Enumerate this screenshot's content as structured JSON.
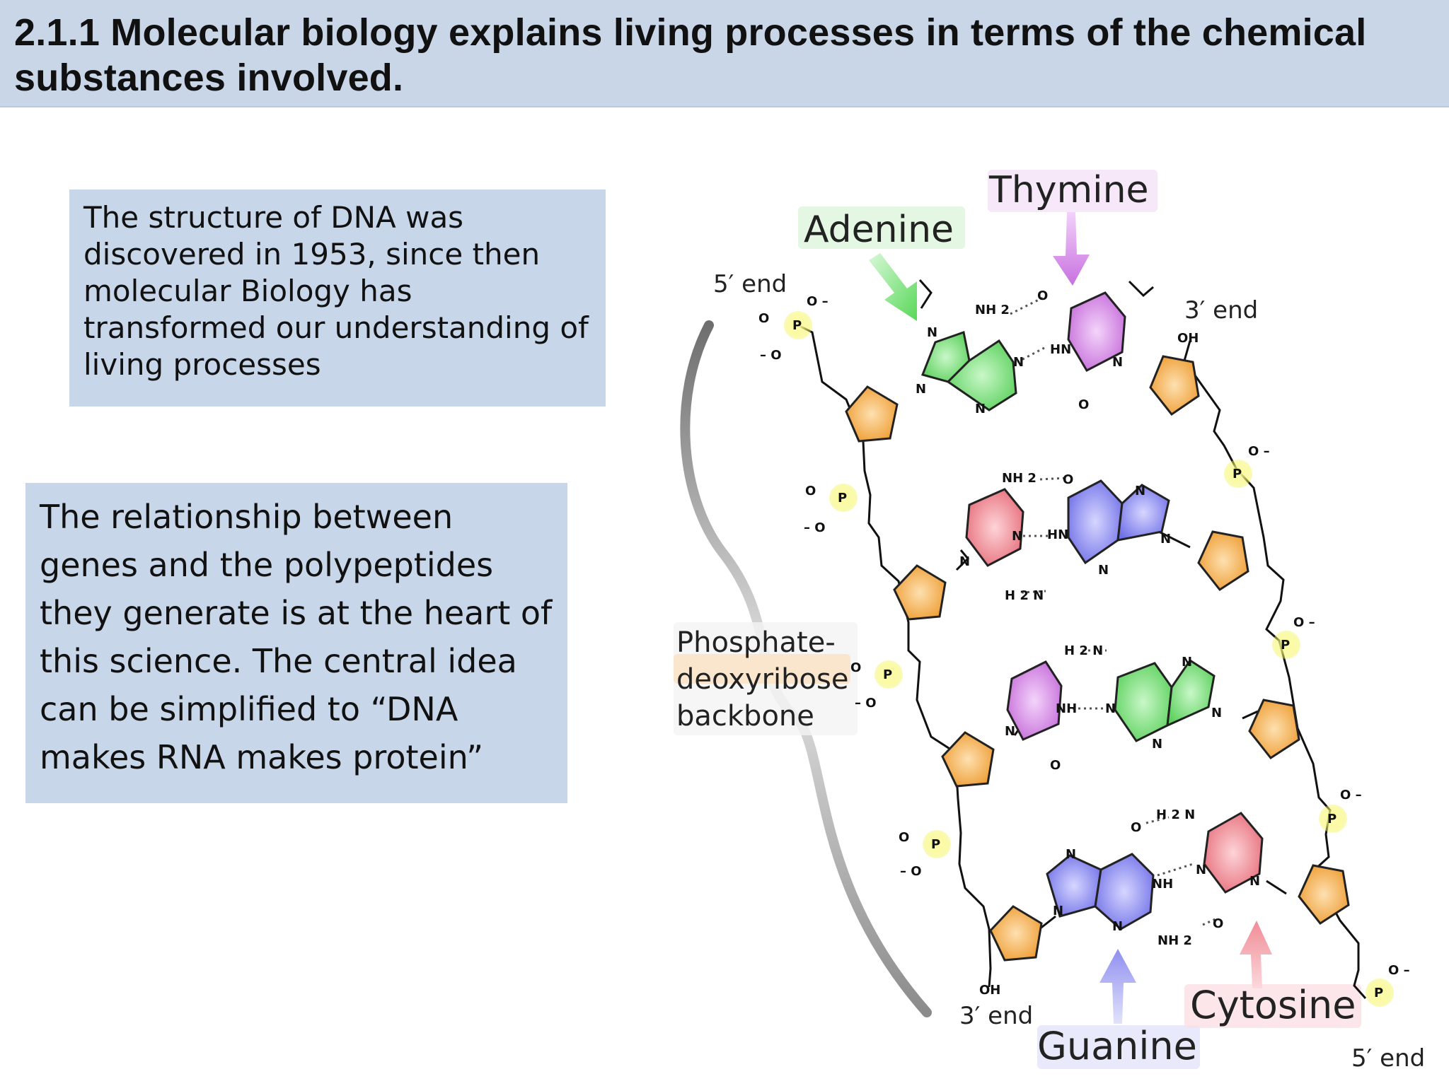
{
  "slide": {
    "title": "2.1.1 Molecular biology explains living processes in terms of the chemical substances involved.",
    "box1_text": "The structure of DNA was discovered in 1953, since then molecular Biology has transformed our understanding of living processes",
    "box2_text": "The relationship between genes and the polypeptides they generate is at the heart of this science. The central idea can be simplified to “DNA makes RNA makes protein”"
  },
  "diagram": {
    "labels": {
      "adenine": "Adenine",
      "thymine": "Thymine",
      "guanine": "Guanine",
      "cytosine": "Cytosine",
      "end_5_top": "5′ end",
      "end_3_top": "3′ end",
      "end_3_bottom": "3′ end",
      "end_5_bottom": "5′ end",
      "backbone_1": "Phosphate-",
      "backbone_2": "deoxyribose",
      "backbone_3": "backbone"
    },
    "atoms": {
      "P": "P",
      "O": "O",
      "O_minus": "O –",
      "minus_O": "– O",
      "OH": "OH",
      "N": "N",
      "NH2": "NH 2",
      "H2N": "H 2 N",
      "HN": "HN",
      "NH": "NH"
    },
    "colors": {
      "adenine": "#7ee07e",
      "thymine": "#d98ae8",
      "guanine": "#8f8ff0",
      "cytosine": "#f08c96",
      "sugar": "#f5b04a",
      "phosphate": "#f2f25a"
    }
  }
}
